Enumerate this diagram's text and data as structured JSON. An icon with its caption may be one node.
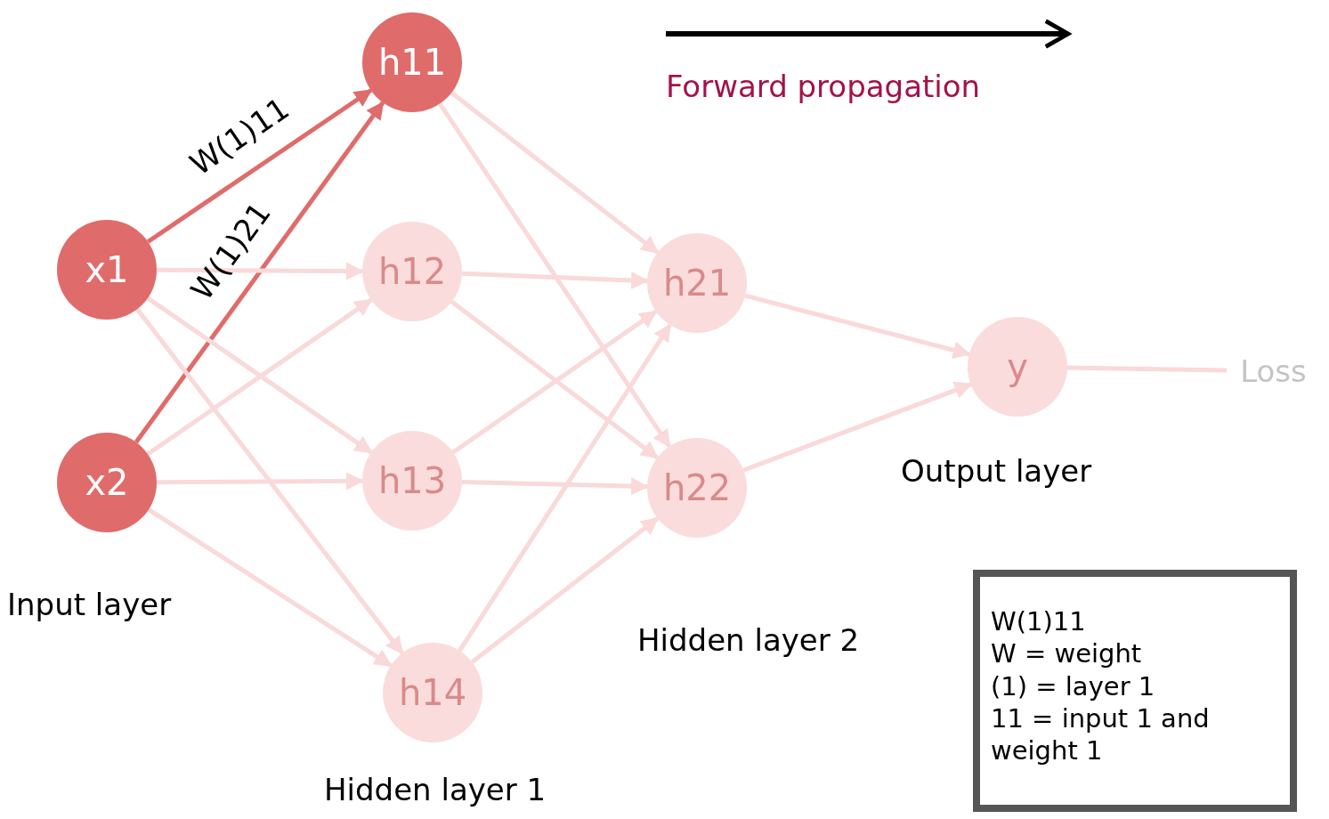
{
  "diagram": {
    "nodes": [
      {
        "text": [
          "x1"
        ]
      },
      {
        "text": [
          "x2"
        ]
      },
      {
        "text": [
          "h11"
        ]
      },
      {
        "text": [
          "h12"
        ]
      },
      {
        "text": [
          "h13"
        ]
      },
      {
        "text": [
          "h14"
        ]
      },
      {
        "text": [
          "h21"
        ]
      },
      {
        "text": [
          "h22"
        ]
      },
      {
        "text": [
          "y"
        ]
      },
      {
        "text": [
          "Loss"
        ]
      },
      {
        "text": [
          "W(1)11",
          "W = weight",
          "(1) = layer 1",
          "11 = input 1 and weight 1"
        ]
      }
    ],
    "edges": [
      {
        "from": 0,
        "to": 2,
        "arrow": "to",
        "label": "W(1)11",
        "color": "#e06b6b"
      },
      {
        "from": 1,
        "to": 2,
        "arrow": "to",
        "label": "W(1)21",
        "color": "#e06b6b"
      },
      {
        "from": 0,
        "to": 3,
        "arrow": "to"
      },
      {
        "from": 0,
        "to": 4,
        "arrow": "to"
      },
      {
        "from": 0,
        "to": 5,
        "arrow": "to"
      },
      {
        "from": 1,
        "to": 3,
        "arrow": "to"
      },
      {
        "from": 1,
        "to": 4,
        "arrow": "to"
      },
      {
        "from": 1,
        "to": 5,
        "arrow": "to"
      },
      {
        "from": 2,
        "to": 6,
        "arrow": "to"
      },
      {
        "from": 2,
        "to": 7,
        "arrow": "to"
      },
      {
        "from": 3,
        "to": 6,
        "arrow": "to"
      },
      {
        "from": 3,
        "to": 7,
        "arrow": "to"
      },
      {
        "from": 4,
        "to": 6,
        "arrow": "to"
      },
      {
        "from": 4,
        "to": 7,
        "arrow": "to"
      },
      {
        "from": 5,
        "to": 6,
        "arrow": "to"
      },
      {
        "from": 5,
        "to": 7,
        "arrow": "to"
      },
      {
        "from": 6,
        "to": 8,
        "arrow": "to"
      },
      {
        "from": 7,
        "to": 8,
        "arrow": "to"
      },
      {
        "from": 8,
        "to": 9,
        "arrow": "none"
      }
    ],
    "labels": [
      "Forward propagation",
      "Input layer",
      "Hidden layer 1",
      "Hidden layer 2",
      "Output layer"
    ]
  }
}
